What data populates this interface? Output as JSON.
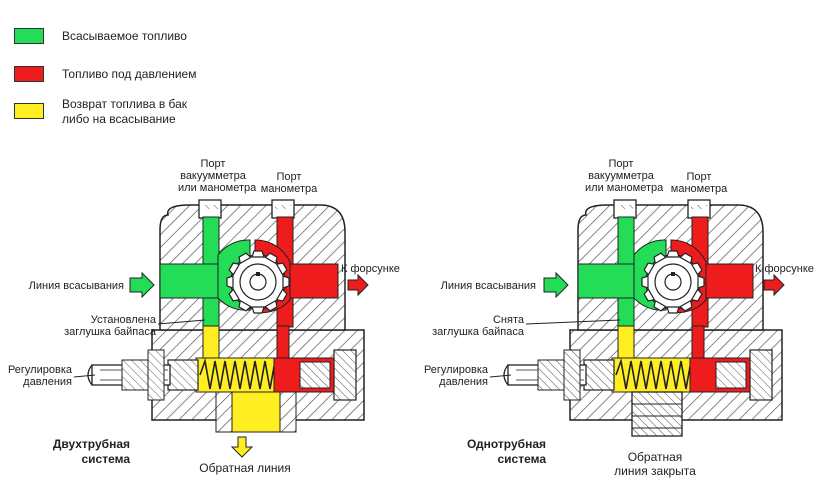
{
  "colors": {
    "suction": "#22dd55",
    "pressure": "#ee1c1c",
    "return": "#ffee22",
    "body_outline": "#222222",
    "hatch": "#555555"
  },
  "legend": [
    {
      "label": "Всасываемое топливо",
      "color_key": "suction"
    },
    {
      "label": "Топливо под давлением",
      "color_key": "pressure"
    },
    {
      "label_line1": "Возврат топлива в бак",
      "label_line2": "либо на всасывание",
      "color_key": "return"
    }
  ],
  "left": {
    "port1": {
      "line1": "Порт",
      "line2": "вакуумметра",
      "line3": "или манометра"
    },
    "port2": {
      "line1": "Порт",
      "line2": "манометра"
    },
    "suction_line": "Линия всасывания",
    "to_nozzle": "К форсунке",
    "bypass": {
      "line1": "Установлена",
      "line2": "заглушка байпаса"
    },
    "pressure_reg": {
      "line1": "Регулировка",
      "line2": "давления"
    },
    "system_title": {
      "line1": "Двухтрубная",
      "line2": "система"
    },
    "return_caption": "Обратная линия"
  },
  "right": {
    "port1": {
      "line1": "Порт",
      "line2": "вакуумметра",
      "line3": "или манометра"
    },
    "port2": {
      "line1": "Порт",
      "line2": "манометра"
    },
    "suction_line": "Линия всасывания",
    "to_nozzle": "К форсунке",
    "bypass": {
      "line1": "Снята",
      "line2": "заглушка байпаса"
    },
    "pressure_reg": {
      "line1": "Регулировка",
      "line2": "давления"
    },
    "system_title": {
      "line1": "Однотрубная",
      "line2": "система"
    },
    "return_caption": {
      "line1": "Обратная",
      "line2": "линия закрыта"
    }
  }
}
